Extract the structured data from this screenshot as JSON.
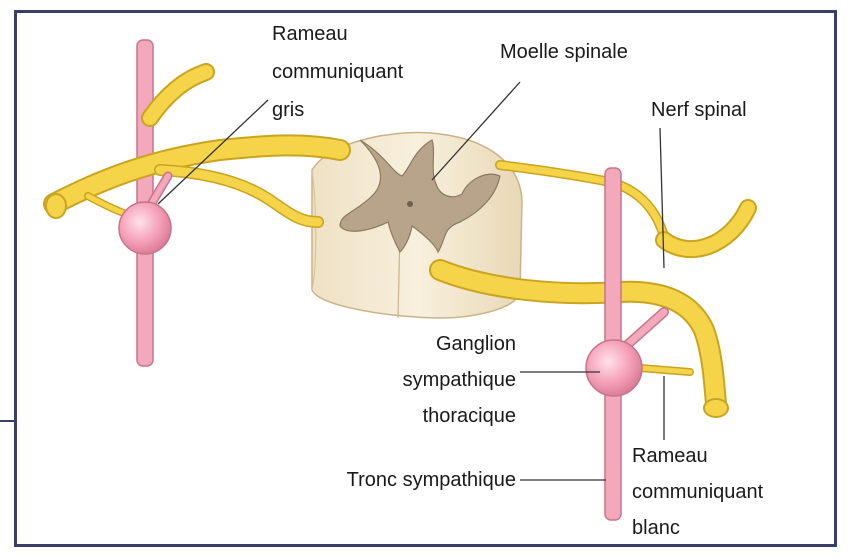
{
  "labels": {
    "rameau_gris": [
      "Rameau",
      "communiquant",
      "gris"
    ],
    "moelle": "Moelle spinale",
    "nerf": "Nerf spinal",
    "ganglion": [
      "Ganglion",
      "sympathique",
      "thoracique"
    ],
    "tronc": "Tronc sympathique",
    "rameau_blanc": [
      "Rameau",
      "communiquant",
      "blanc"
    ]
  },
  "colors": {
    "nerve_fill": "#f6d44a",
    "nerve_edge": "#c9a41e",
    "trunk_fill": "#f2a9bb",
    "trunk_edge": "#c9738c",
    "ganglion_fill": "#f59fb8",
    "cord_white": "#f4ead4",
    "cord_gray": "#b7a48a",
    "frame": "#3a3f6a"
  }
}
